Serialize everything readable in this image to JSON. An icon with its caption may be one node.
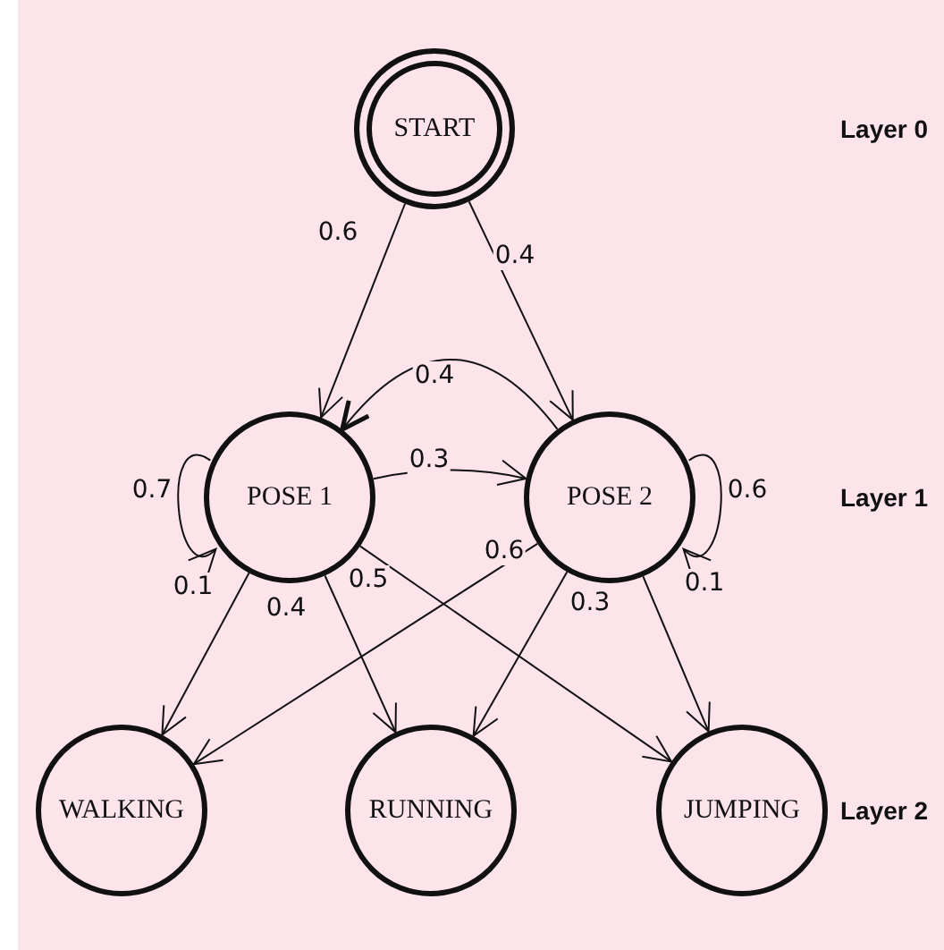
{
  "diagram": {
    "nodes": [
      {
        "text": [
          "START"
        ]
      },
      {
        "text": [
          "POSE 1"
        ]
      },
      {
        "text": [
          "POSE 2"
        ]
      },
      {
        "text": [
          "WALKING"
        ]
      },
      {
        "text": [
          "RUNNING"
        ]
      },
      {
        "text": [
          "JUMPING"
        ]
      }
    ],
    "edges": [
      {
        "from": 0,
        "to": 1,
        "arrow": "to",
        "label": "0.6"
      },
      {
        "from": 0,
        "to": 2,
        "arrow": "to",
        "label": "0.4"
      },
      {
        "from": 2,
        "to": 1,
        "arrow": "to",
        "label": "0.4"
      },
      {
        "from": 1,
        "to": 2,
        "arrow": "to",
        "label": "0.3"
      },
      {
        "from": 1,
        "to": 1,
        "arrow": "to",
        "label": "0.7"
      },
      {
        "from": 2,
        "to": 2,
        "arrow": "to",
        "label": "0.6"
      },
      {
        "from": 1,
        "to": 3,
        "arrow": "to",
        "label": "0.1"
      },
      {
        "from": 1,
        "to": 4,
        "arrow": "to",
        "label": "0.4"
      },
      {
        "from": 1,
        "to": 5,
        "arrow": "to",
        "label": "0.5"
      },
      {
        "from": 2,
        "to": 3,
        "arrow": "to",
        "label": "0.6"
      },
      {
        "from": 2,
        "to": 4,
        "arrow": "to",
        "label": "0.3"
      },
      {
        "from": 2,
        "to": 5,
        "arrow": "to",
        "label": "0.1"
      }
    ],
    "labels": [
      "Layer 0",
      "Layer 1",
      "Layer 2"
    ]
  }
}
